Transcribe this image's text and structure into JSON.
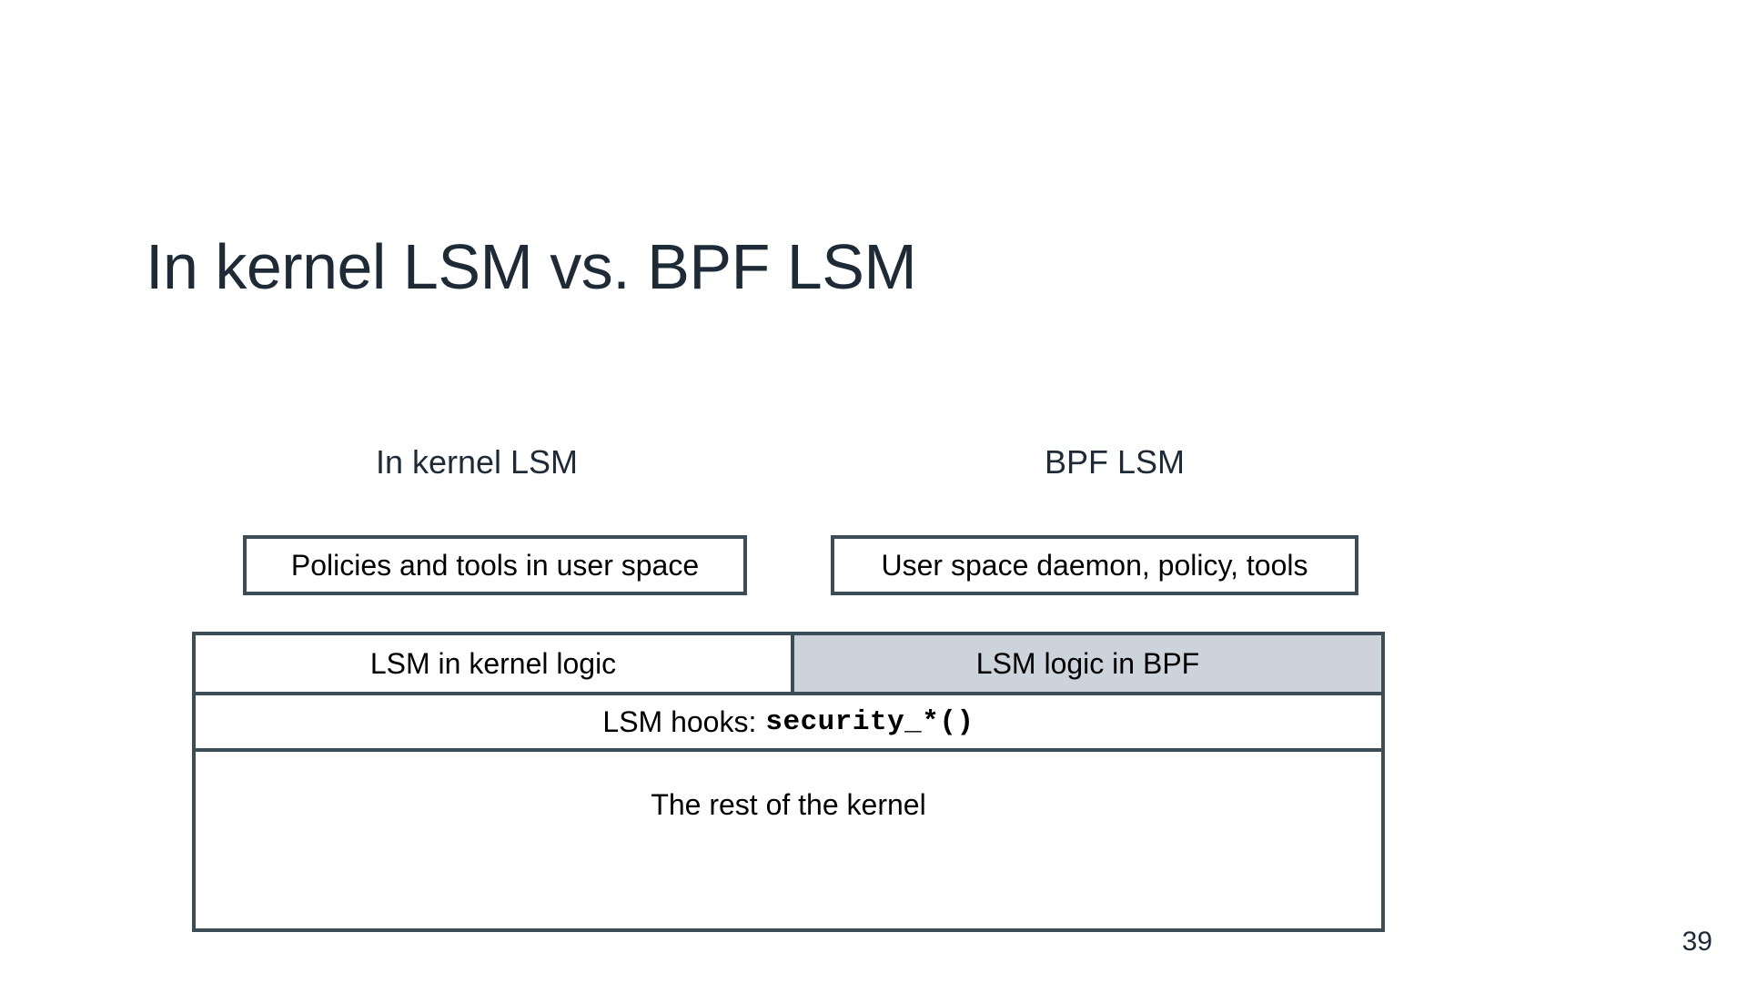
{
  "slide": {
    "title": "In kernel LSM vs. BPF LSM",
    "page_number": "39",
    "title_color": "#1e2b36",
    "border_color": "#3d4d58",
    "highlight_fill": "#ccd3da",
    "background": "#ffffff"
  },
  "diagram": {
    "columns": [
      {
        "header": "In kernel LSM"
      },
      {
        "header": "BPF LSM"
      }
    ],
    "userspace_boxes": [
      {
        "label": "Policies and tools in user space"
      },
      {
        "label": "User space daemon, policy, tools"
      }
    ],
    "kernel_stack": {
      "logic_row": [
        {
          "label": "LSM in kernel logic",
          "shaded": false
        },
        {
          "label": "LSM logic in BPF",
          "shaded": true
        }
      ],
      "hooks_row": {
        "label": "LSM hooks:",
        "code": "security_*()"
      },
      "base_row": {
        "label": "The rest of the kernel"
      }
    }
  }
}
